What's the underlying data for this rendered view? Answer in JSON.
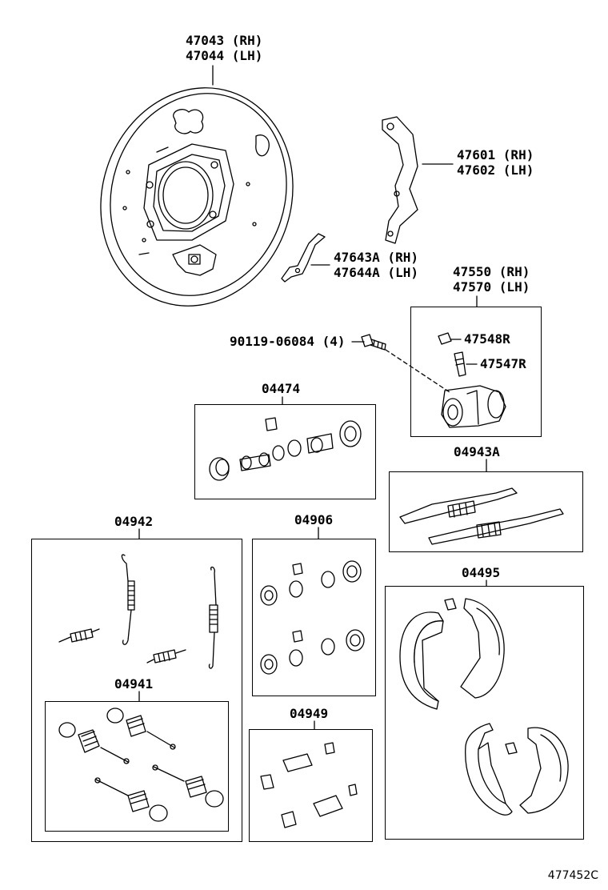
{
  "parts": {
    "backing_plate": [
      "47043 (RH)",
      "47044 (LH)"
    ],
    "lever": [
      "47601 (RH)",
      "47602 (LH)"
    ],
    "strut": [
      "47643A (RH)",
      "47644A (LH)"
    ],
    "wheel_cylinder": [
      "47550 (RH)",
      "47570 (LH)"
    ],
    "bleeder_cap": "47548R",
    "bleeder_plug": "47547R",
    "bolt": "90119-06084 (4)",
    "cylinder_kit": "04474",
    "adjuster_kit": "04943A",
    "spring_kit": "04942",
    "cup_kit": "04906",
    "shoe_set": "04495",
    "hold_down_kit": "04941",
    "boot_kit": "04949"
  },
  "catalog_number": "477452C"
}
